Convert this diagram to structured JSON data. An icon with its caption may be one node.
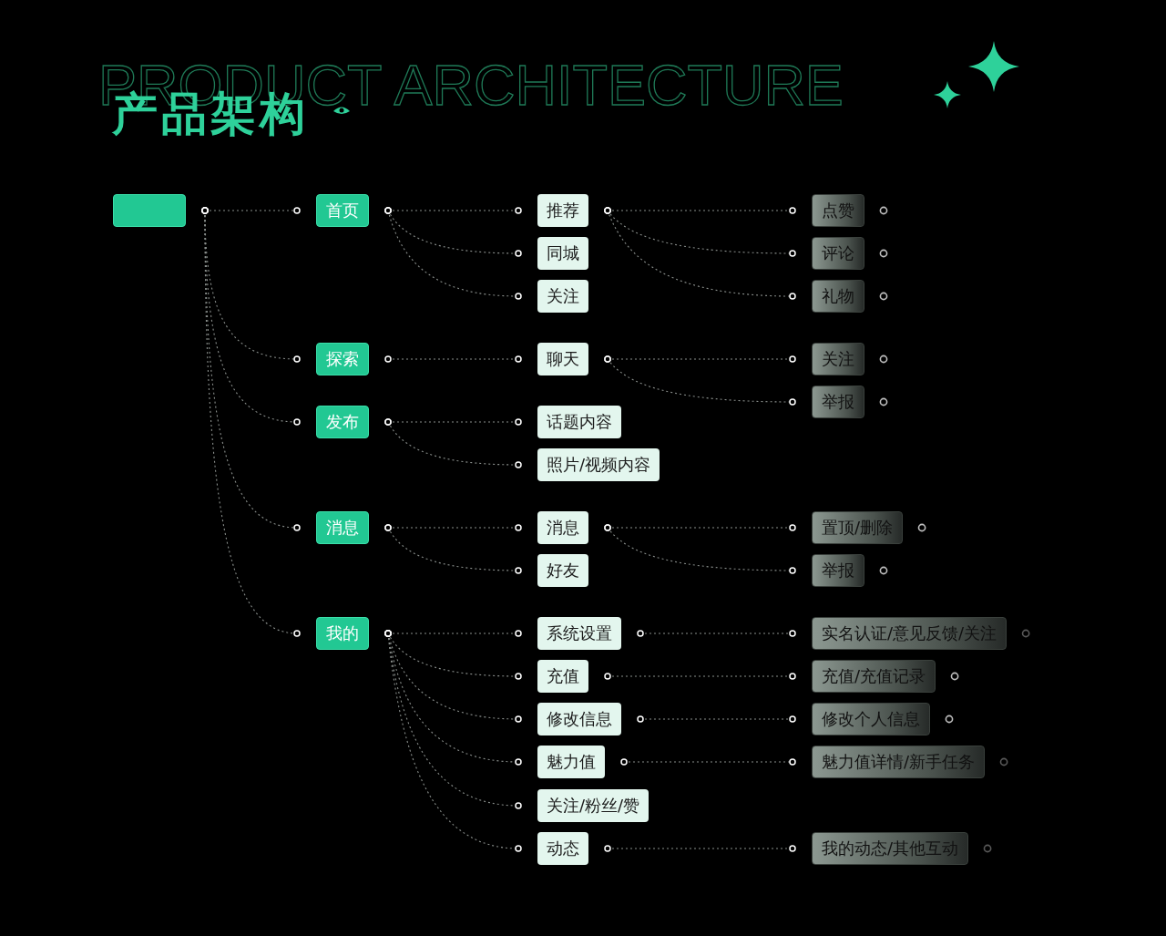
{
  "diagram": {
    "title": "产品架构",
    "nodes": [
      {
        "text": [],
        "shape": "box"
      },
      {
        "text": [
          "首页"
        ]
      },
      {
        "text": [
          "推荐"
        ]
      },
      {
        "text": [
          "点赞"
        ]
      },
      {
        "text": [
          "同城"
        ]
      },
      {
        "text": [
          "评论"
        ]
      },
      {
        "text": [
          "关注"
        ]
      },
      {
        "text": [
          "礼物"
        ]
      },
      {
        "text": [
          "探索"
        ]
      },
      {
        "text": [
          "聊天"
        ]
      },
      {
        "text": [
          "关注"
        ]
      },
      {
        "text": [
          "举报"
        ]
      },
      {
        "text": [
          "发布"
        ]
      },
      {
        "text": [
          "话题内容"
        ]
      },
      {
        "text": [
          "照片/视频内容"
        ]
      },
      {
        "text": [
          "消息"
        ]
      },
      {
        "text": [
          "消息"
        ]
      },
      {
        "text": [
          "置顶/删除"
        ]
      },
      {
        "text": [
          "好友"
        ]
      },
      {
        "text": [
          "举报"
        ]
      },
      {
        "text": [
          "我的"
        ]
      },
      {
        "text": [
          "系统设置"
        ]
      },
      {
        "text": [
          "实名认证/意见反馈/关注"
        ]
      },
      {
        "text": [
          "充值"
        ]
      },
      {
        "text": [
          "充值/充值记录"
        ]
      },
      {
        "text": [
          "修改信息"
        ]
      },
      {
        "text": [
          "修改个人信息"
        ]
      },
      {
        "text": [
          "魅力值"
        ]
      },
      {
        "text": [
          "魅力值详情/新手任务"
        ]
      },
      {
        "text": [
          "关注/粉丝/赞"
        ]
      },
      {
        "text": [
          "动态"
        ]
      },
      {
        "text": [
          "我的动态/其他互动"
        ]
      }
    ],
    "edges": [
      {
        "from": 0,
        "to": 1,
        "arrow": "other",
        "style": "dashed"
      },
      {
        "from": 0,
        "to": 8,
        "arrow": "other",
        "style": "dashed"
      },
      {
        "from": 0,
        "to": 12,
        "arrow": "other",
        "style": "dashed"
      },
      {
        "from": 0,
        "to": 15,
        "arrow": "other",
        "style": "dashed"
      },
      {
        "from": 0,
        "to": 20,
        "arrow": "other",
        "style": "dashed"
      },
      {
        "from": 1,
        "to": 2,
        "arrow": "other",
        "style": "dashed"
      },
      {
        "from": 1,
        "to": 4,
        "arrow": "other",
        "style": "dashed"
      },
      {
        "from": 1,
        "to": 6,
        "arrow": "other",
        "style": "dashed"
      },
      {
        "from": 2,
        "to": 3,
        "arrow": "other",
        "style": "dashed"
      },
      {
        "from": 2,
        "to": 5,
        "arrow": "other",
        "style": "dashed"
      },
      {
        "from": 2,
        "to": 7,
        "arrow": "other",
        "style": "dashed"
      },
      {
        "from": 8,
        "to": 9,
        "arrow": "other",
        "style": "dashed"
      },
      {
        "from": 9,
        "to": 10,
        "arrow": "other",
        "style": "dashed"
      },
      {
        "from": 9,
        "to": 11,
        "arrow": "other",
        "style": "dashed"
      },
      {
        "from": 12,
        "to": 13,
        "arrow": "other",
        "style": "dashed"
      },
      {
        "from": 12,
        "to": 14,
        "arrow": "other",
        "style": "dashed"
      },
      {
        "from": 15,
        "to": 16,
        "arrow": "other",
        "style": "dashed"
      },
      {
        "from": 15,
        "to": 18,
        "arrow": "other",
        "style": "dashed"
      },
      {
        "from": 16,
        "to": 17,
        "arrow": "other",
        "style": "dashed"
      },
      {
        "from": 16,
        "to": 19,
        "arrow": "other",
        "style": "dashed"
      },
      {
        "from": 20,
        "to": 21,
        "arrow": "other",
        "style": "dashed"
      },
      {
        "from": 20,
        "to": 23,
        "arrow": "other",
        "style": "dashed"
      },
      {
        "from": 20,
        "to": 25,
        "arrow": "other",
        "style": "dashed"
      },
      {
        "from": 20,
        "to": 27,
        "arrow": "other",
        "style": "dashed"
      },
      {
        "from": 20,
        "to": 29,
        "arrow": "other",
        "style": "dashed"
      },
      {
        "from": 20,
        "to": 30,
        "arrow": "other",
        "style": "dashed"
      },
      {
        "from": 21,
        "to": 22,
        "arrow": "other",
        "style": "dashed"
      },
      {
        "from": 23,
        "to": 24,
        "arrow": "other",
        "style": "dashed"
      },
      {
        "from": 25,
        "to": 26,
        "arrow": "other",
        "style": "dashed"
      },
      {
        "from": 27,
        "to": 28,
        "arrow": "other",
        "style": "dashed"
      },
      {
        "from": 30,
        "to": 31,
        "arrow": "other",
        "style": "dashed"
      }
    ],
    "labels": [
      "PRODUCT ARCHITECTURE"
    ]
  }
}
